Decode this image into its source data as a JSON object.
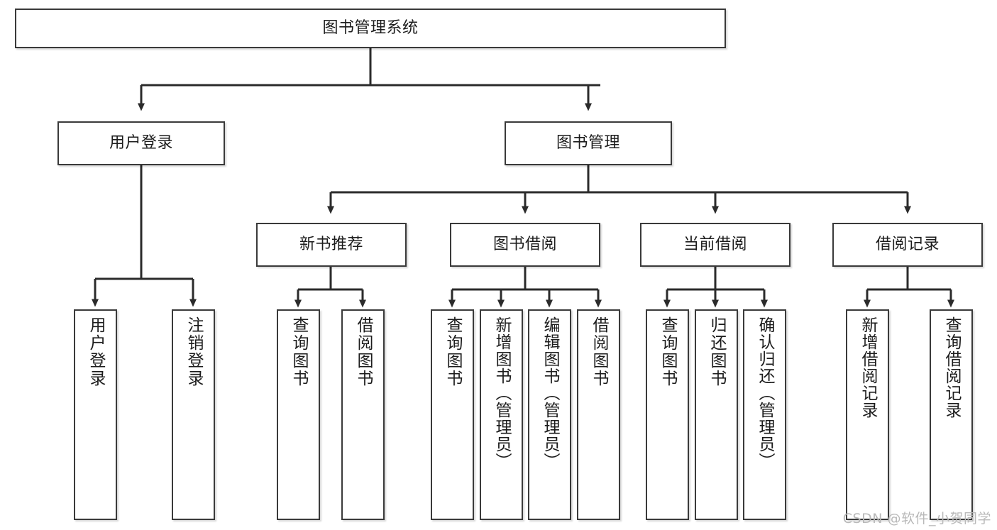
{
  "diagram": {
    "type": "tree",
    "title": "图书管理系统",
    "watermark": "CSDN @软件_小贺同学",
    "colors": {
      "box_border": "#3a3a3a",
      "box_fill": "#ffffff",
      "edge": "#2b2b2b",
      "text": "#1c1c1c",
      "watermark": "#b9b9b9"
    },
    "nodes": {
      "root": {
        "label": "图书管理系统"
      },
      "level2": [
        {
          "id": "user-login",
          "label": "用户登录"
        },
        {
          "id": "book-manage",
          "label": "图书管理"
        }
      ],
      "level3": [
        {
          "id": "new-book-recommend",
          "label": "新书推荐"
        },
        {
          "id": "book-borrow",
          "label": "图书借阅"
        },
        {
          "id": "current-borrow",
          "label": "当前借阅"
        },
        {
          "id": "borrow-record",
          "label": "借阅记录"
        }
      ],
      "leaves": {
        "user-login": [
          {
            "id": "leaf-user-login",
            "label": "用户登录"
          },
          {
            "id": "leaf-logout-login",
            "label": "注销登录"
          }
        ],
        "new-book-recommend": [
          {
            "id": "leaf-query-book-1",
            "label": "查询图书"
          },
          {
            "id": "leaf-borrow-book-1",
            "label": "借阅图书"
          }
        ],
        "book-borrow": [
          {
            "id": "leaf-query-book-2",
            "label": "查询图书"
          },
          {
            "id": "leaf-add-book",
            "label": "新增图书（管理员）"
          },
          {
            "id": "leaf-edit-book",
            "label": "编辑图书（管理员）"
          },
          {
            "id": "leaf-borrow-book-2",
            "label": "借阅图书"
          }
        ],
        "current-borrow": [
          {
            "id": "leaf-query-book-3",
            "label": "查询图书"
          },
          {
            "id": "leaf-return-book",
            "label": "归还图书"
          },
          {
            "id": "leaf-confirm-return",
            "label": "确认归还（管理员）"
          }
        ],
        "borrow-record": [
          {
            "id": "leaf-add-record",
            "label": "新增借阅记录"
          },
          {
            "id": "leaf-query-record",
            "label": "查询借阅记录"
          }
        ]
      }
    }
  }
}
